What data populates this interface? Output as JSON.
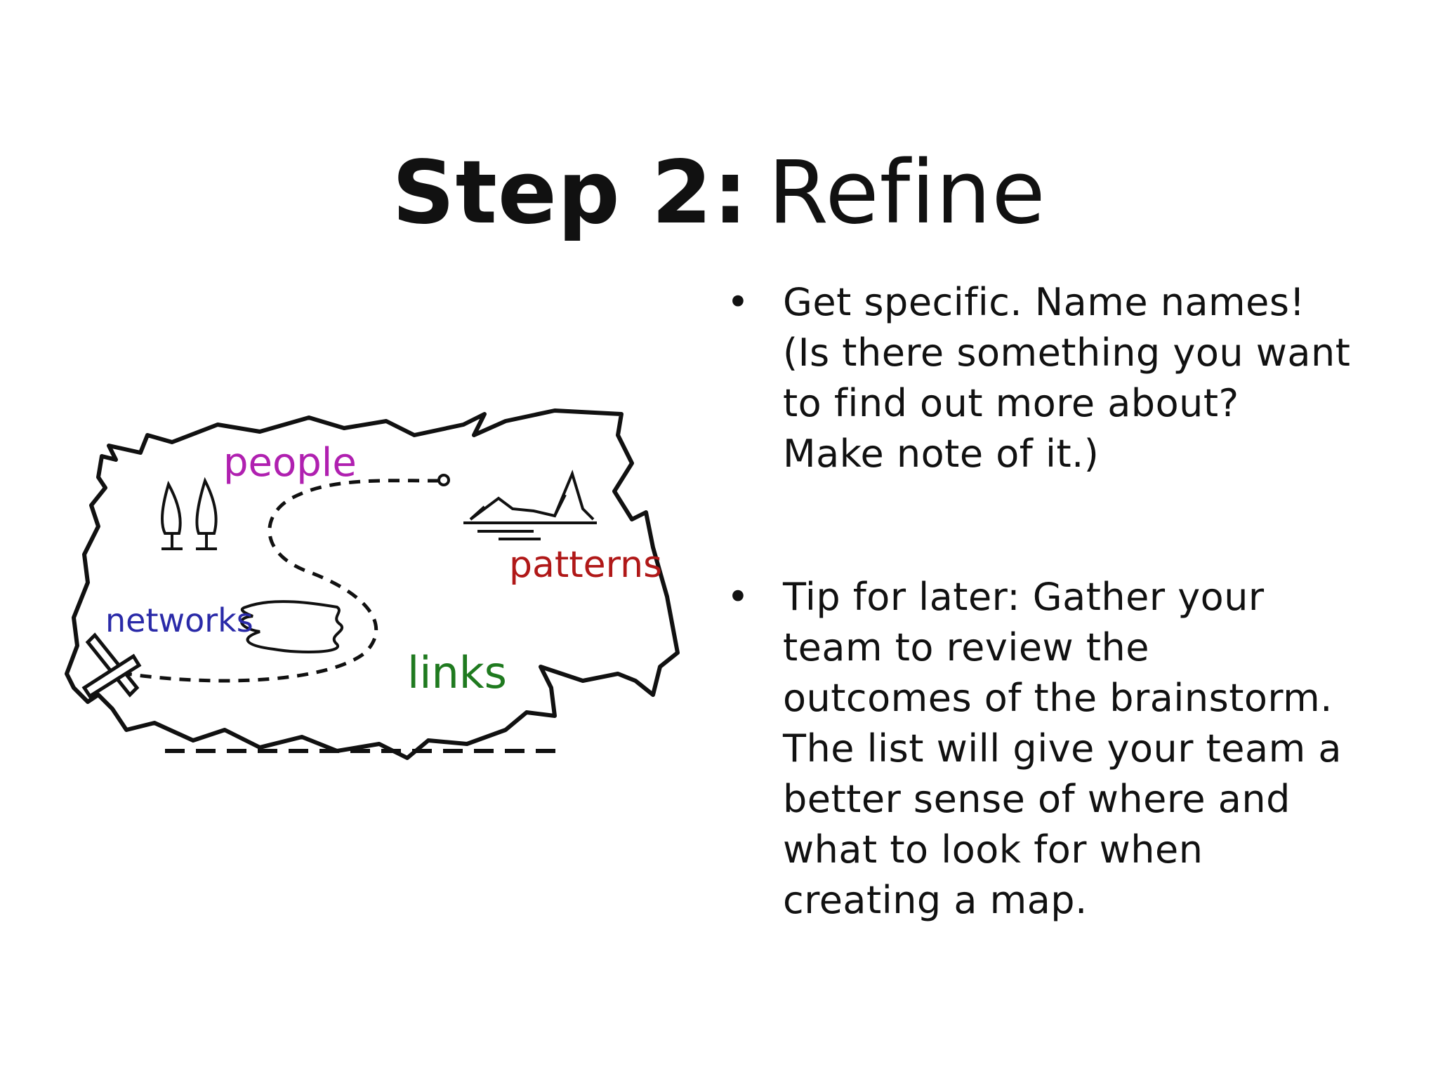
{
  "slide": {
    "title_bold": "Step 2:",
    "title_rest": "Refine",
    "bullets": [
      {
        "lines": [
          "Get specific. Name names!",
          "(Is there something you want",
          "to find out more about?",
          "Make note of it.)"
        ]
      },
      {
        "lines": [
          "Tip for later: Gather your",
          "team to review the",
          "outcomes of the brainstorm.",
          "The list will give your team a",
          "better sense of where and",
          "what to look for when",
          "creating a map."
        ]
      }
    ],
    "bullet_glyph": "•"
  },
  "map_illustration": {
    "labels": {
      "people": "people",
      "patterns": "patterns",
      "networks": "networks",
      "links": "links"
    },
    "colors": {
      "people": "#b020b0",
      "patterns": "#b01818",
      "networks": "#2a2aa8",
      "links": "#1f7a1f",
      "ink": "#111111"
    },
    "icons": [
      "tree-icon",
      "mountain-icon",
      "lake-icon",
      "x-marker-icon"
    ]
  }
}
